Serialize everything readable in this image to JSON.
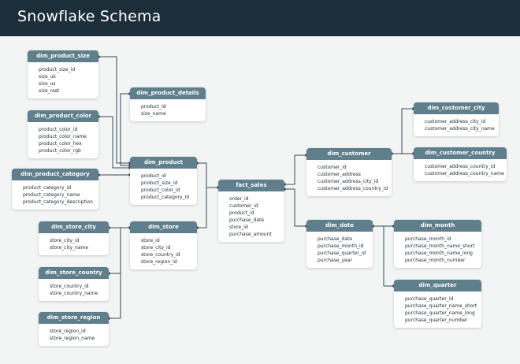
{
  "title": "Snowflake Schema",
  "colors": {
    "header_bg": "#1c2e3a",
    "table_header": "#5f7f8d",
    "line": "#3a4a55"
  },
  "tables": {
    "dim_product_size": {
      "name": "dim_product_size",
      "fields": [
        "product_size_id",
        "size_uk",
        "size_us",
        "size_rest"
      ]
    },
    "dim_product_details": {
      "name": "dim_product_details",
      "fields": [
        "product_id",
        "size_name"
      ]
    },
    "dim_product_color": {
      "name": "dim_product_color",
      "fields": [
        "product_color_id",
        "product_color_name",
        "product_color_hex",
        "product_color_rgb"
      ]
    },
    "dim_product_category": {
      "name": "dim_product_category",
      "fields": [
        "product_category_id",
        "product_category_name",
        "product_category_description"
      ]
    },
    "dim_product": {
      "name": "dim_product",
      "fields": [
        "product_id",
        "product_size_id",
        "product_color_id",
        "product_category_id"
      ]
    },
    "fact_sales": {
      "name": "fact_sales",
      "fields": [
        "order_id",
        "customer_id",
        "product_id",
        "purchase_date",
        "store_id",
        "purchase_amount"
      ]
    },
    "dim_customer": {
      "name": "dim_customer",
      "fields": [
        "customer_id",
        "customer_address",
        "customer_address_city_id",
        "customer_address_country_id"
      ]
    },
    "dim_customer_city": {
      "name": "dim_customer_city",
      "fields": [
        "customer_address_city_id",
        "customer_address_city_name"
      ]
    },
    "dim_customer_country": {
      "name": "dim_customer_country",
      "fields": [
        "customer_address_country_id",
        "customer_address_country_name"
      ]
    },
    "dim_store_city": {
      "name": "dim_store_city",
      "fields": [
        "store_city_id",
        "store_city_name"
      ]
    },
    "dim_store": {
      "name": "dim_store",
      "fields": [
        "store_id",
        "store_city_id",
        "store_country_id",
        "store_region_id"
      ]
    },
    "dim_store_country": {
      "name": "dim_store_country",
      "fields": [
        "store_country_id",
        "store_country_name"
      ]
    },
    "dim_store_region": {
      "name": "dim_store_region",
      "fields": [
        "store_region_id",
        "store_region_name"
      ]
    },
    "dim_date": {
      "name": "dim_date",
      "fields": [
        "purchase_date",
        "purchase_month_id",
        "purchase_quarter_id",
        "purchase_year"
      ]
    },
    "dim_month": {
      "name": "dim_month",
      "fields": [
        "purchase_month_id",
        "purchase_month_name_short",
        "purchase_month_name_long",
        "purchase_month_number"
      ]
    },
    "dim_quarter": {
      "name": "dim_quarter",
      "fields": [
        "purchase_quarter_id",
        "purchase_quarter_name_short",
        "purchase_quarter_name_long",
        "purchase_quarter_number"
      ]
    }
  }
}
